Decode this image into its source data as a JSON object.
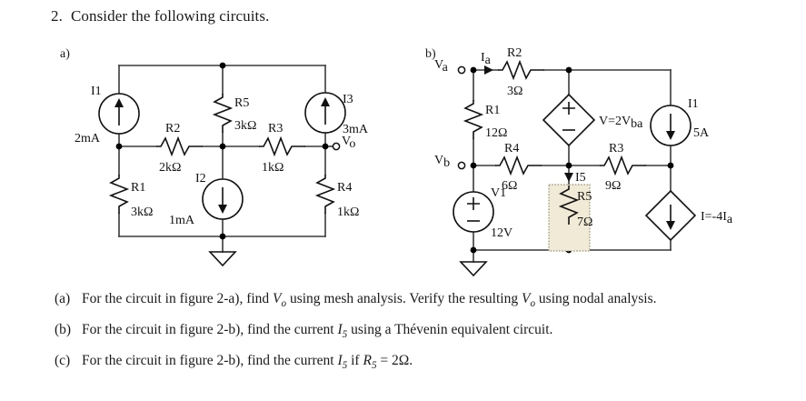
{
  "header": {
    "number": "2.",
    "text": "Consider the following circuits."
  },
  "figures": {
    "a": {
      "label": "a)",
      "sources": [
        {
          "name": "I1",
          "value": "2mA",
          "type": "current-source",
          "direction": "up"
        },
        {
          "name": "I2",
          "value": "1mA",
          "type": "current-source",
          "direction": "down"
        },
        {
          "name": "I3",
          "value": "3mA",
          "type": "current-source",
          "direction": "up"
        }
      ],
      "resistors": [
        {
          "name": "R1",
          "value": "3kΩ"
        },
        {
          "name": "R2",
          "value": "2kΩ"
        },
        {
          "name": "R3",
          "value": "1kΩ"
        },
        {
          "name": "R4",
          "value": "1kΩ"
        },
        {
          "name": "R5",
          "value": "3kΩ"
        }
      ],
      "node_labels": [
        {
          "name": "Vo",
          "base": "V",
          "sub": "o"
        }
      ]
    },
    "b": {
      "label": "b)",
      "sources": [
        {
          "name": "V1",
          "value": "12V",
          "type": "voltage-source"
        },
        {
          "name": "I1",
          "value": "5A",
          "type": "current-source",
          "direction": "down"
        },
        {
          "name": "Vdep",
          "value": "V=2V",
          "value_sub": "ba",
          "type": "dependent-voltage-source"
        },
        {
          "name": "Idep",
          "value": "I=-4I",
          "value_sub": "a",
          "type": "dependent-current-source",
          "direction": "down"
        }
      ],
      "resistors": [
        {
          "name": "R1",
          "value": "12Ω"
        },
        {
          "name": "R2",
          "value": "3Ω"
        },
        {
          "name": "R3",
          "value": "9Ω"
        },
        {
          "name": "R4",
          "value": "6Ω"
        },
        {
          "name": "R5",
          "value": "7Ω",
          "highlighted": true
        }
      ],
      "node_labels": [
        {
          "name": "Va",
          "base": "V",
          "sub": "a"
        },
        {
          "name": "Vb",
          "base": "V",
          "sub": "b"
        }
      ],
      "currents": [
        {
          "name": "Ia",
          "base": "I",
          "sub": "a"
        },
        {
          "name": "I5",
          "base": "I5",
          "sub": ""
        }
      ]
    }
  },
  "questions": [
    {
      "tag": "(a)",
      "parts": [
        {
          "t": "For the circuit in figure 2-a), find "
        },
        {
          "t": "V",
          "style": "italic"
        },
        {
          "t": "o",
          "style": "sub-italic"
        },
        {
          "t": " using mesh analysis.  Verify the resulting "
        },
        {
          "t": "V",
          "style": "italic"
        },
        {
          "t": "o",
          "style": "sub-italic"
        },
        {
          "t": " using nodal analysis."
        }
      ]
    },
    {
      "tag": "(b)",
      "parts": [
        {
          "t": "For the circuit in figure 2-b), find the current "
        },
        {
          "t": "I",
          "style": "italic"
        },
        {
          "t": "5",
          "style": "sub-italic"
        },
        {
          "t": " using a Thévenin equivalent circuit."
        }
      ]
    },
    {
      "tag": "(c)",
      "parts": [
        {
          "t": "For the circuit in figure 2-b), find the current "
        },
        {
          "t": "I",
          "style": "italic"
        },
        {
          "t": "5",
          "style": "sub-italic"
        },
        {
          "t": " if "
        },
        {
          "t": "R",
          "style": "italic"
        },
        {
          "t": "5",
          "style": "sub-italic"
        },
        {
          "t": " = 2Ω."
        }
      ]
    }
  ],
  "colors": {
    "highlight_fill": "#f0ead6",
    "highlight_border": "#9a9378",
    "wire": "#3a3a3a",
    "text": "#111111"
  }
}
